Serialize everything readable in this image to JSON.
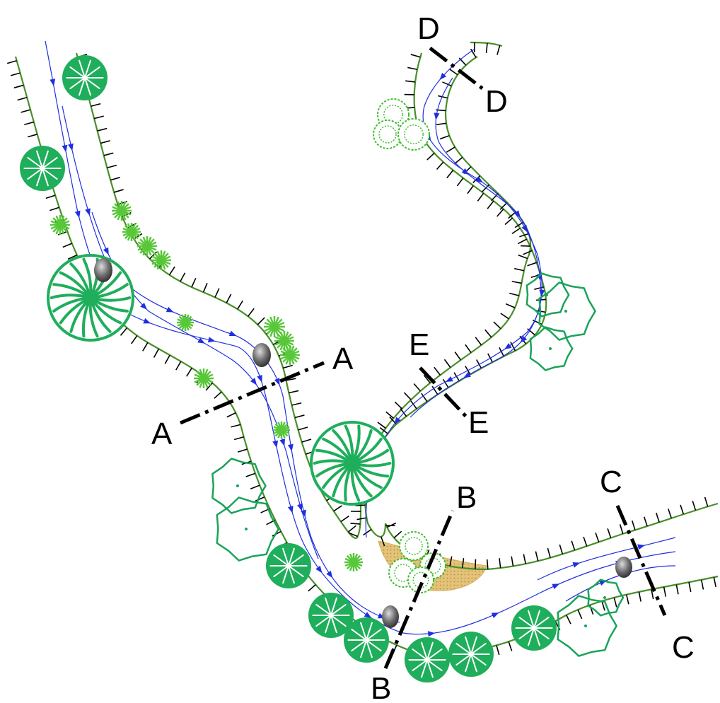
{
  "colors": {
    "bank": "#4a8f2a",
    "tick": "#000000",
    "flow": "#1f2fe0",
    "tree_solid": "#1fae5b",
    "tree_outline": "#1aa35a",
    "shrub": "#58c73a",
    "bush": "#3bbf2a",
    "sandbar": "#e1be6e",
    "rock": "#555555",
    "section_line": "#000000"
  },
  "sections": {
    "A": {
      "start": "A",
      "end": "A"
    },
    "B": {
      "start": "B",
      "end": "B"
    },
    "C": {
      "start": "C",
      "end": "C"
    },
    "D": {
      "start": "D",
      "end": "D"
    },
    "E": {
      "start": "E",
      "end": "E"
    }
  },
  "icons": {
    "rock": "rock-icon",
    "tree": "tree-icon",
    "shrub": "shrub-icon",
    "flow_arrow": "flow-arrow-icon"
  }
}
